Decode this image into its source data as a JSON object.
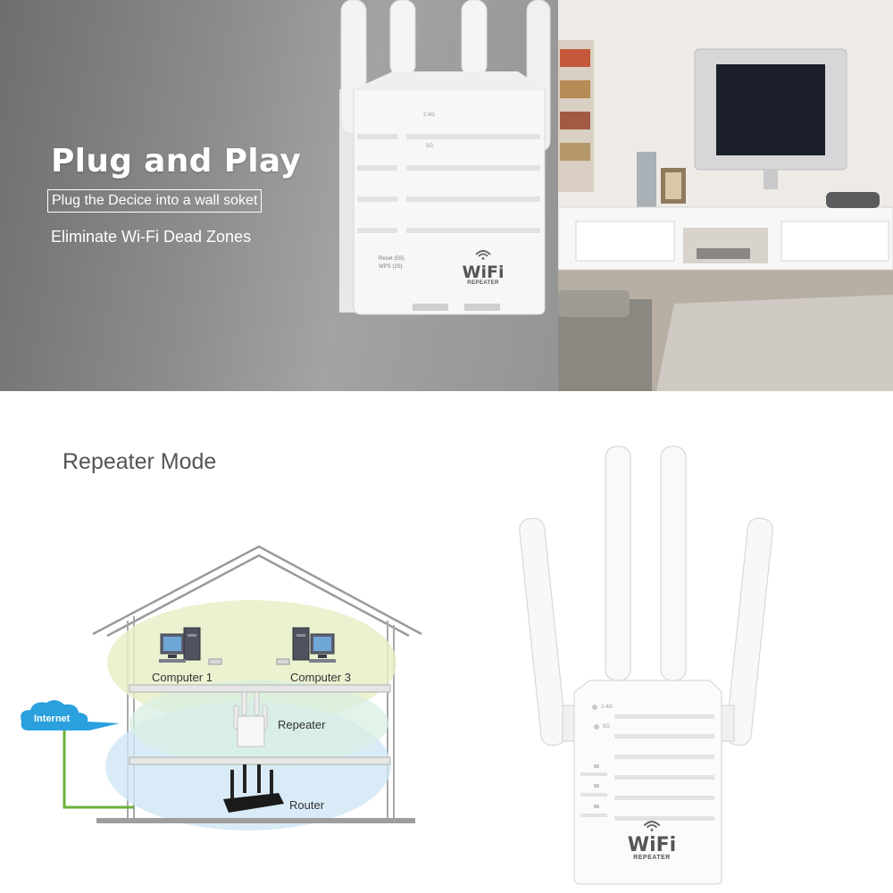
{
  "banner": {
    "headline": "Plug and Play",
    "subtitle_boxed": "Plug the Decice into a wall soket",
    "subtitle_plain": "Eliminate Wi-Fi Dead Zones",
    "device_indicators": [
      "2.4G",
      "5G"
    ],
    "device_buttons": [
      "Reset (5S)",
      "WPS (2S)"
    ]
  },
  "device": {
    "logo_text": "WiFi",
    "logo_subtext": "REPEATER",
    "indicators": [
      "2.4G",
      "5G"
    ]
  },
  "diagram": {
    "title": "Repeater Mode",
    "cloud_label": "Internet",
    "computer1_label": "Computer 1",
    "computer3_label": "Computer 3",
    "repeater_label": "Repeater",
    "router_label": "Router"
  },
  "colors": {
    "wall": "#8d8d8d",
    "cloud": "#2aa0dd",
    "cable": "#6bb33a",
    "yellow_zone": "#e8f0c8",
    "blue_zone": "#cfe6f4",
    "green_zone": "#d8efe3"
  }
}
